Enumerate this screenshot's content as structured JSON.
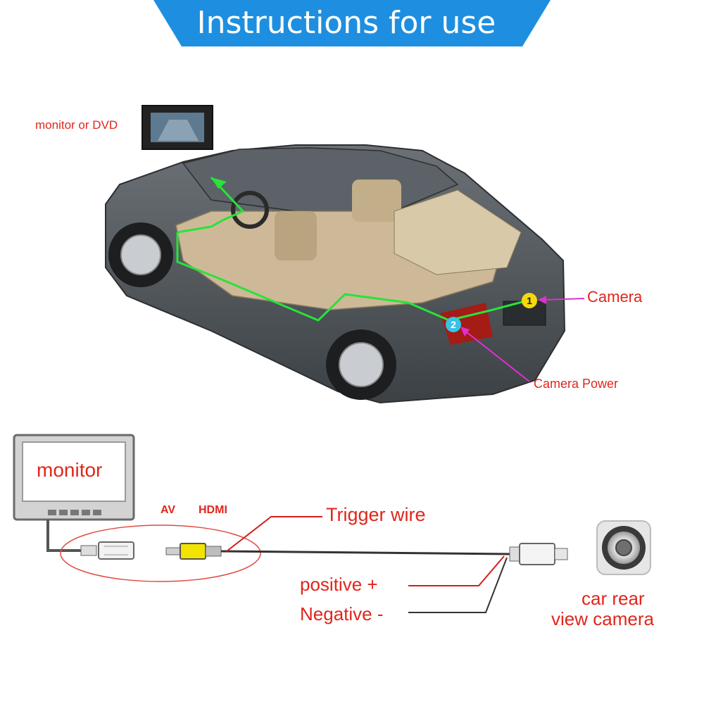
{
  "header": {
    "title": "Instructions for use"
  },
  "car_diagram": {
    "monitor_label": "monitor or DVD",
    "camera_label": "Camera",
    "camera_power_label": "Camera Power",
    "point_1": "1",
    "point_2": "2"
  },
  "wiring_diagram": {
    "monitor_label": "monitor",
    "av_label": "AV",
    "hdmi_label": "HDMI",
    "trigger_label": "Trigger wire",
    "positive_label": "positive +",
    "negative_label": "Negative -",
    "camera_label_line1": "car rear",
    "camera_label_line2": "view camera"
  },
  "colors": {
    "banner": "#1e8fe0",
    "label_red": "#e0261c",
    "wire_green": "#27e33a",
    "pointer_magenta": "#e02fd0",
    "car_body": "#4d5358",
    "interior": "#cdb997"
  }
}
